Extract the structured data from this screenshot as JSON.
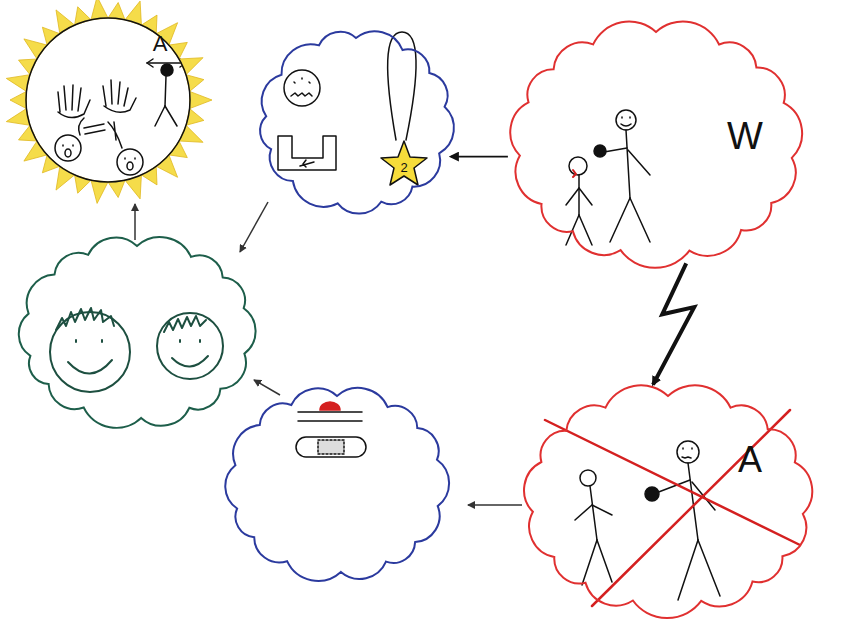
{
  "diagram": {
    "nodes": [
      {
        "text": [
          "A"
        ]
      },
      {
        "text": [
          "2"
        ]
      },
      {
        "text": [
          "W"
        ]
      },
      {
        "text": [
          "A"
        ]
      }
    ],
    "edges": [
      {
        "from": 2,
        "to": 1,
        "arrow": "to"
      },
      {
        "from": 2,
        "to": 3,
        "arrow": "to"
      }
    ]
  }
}
